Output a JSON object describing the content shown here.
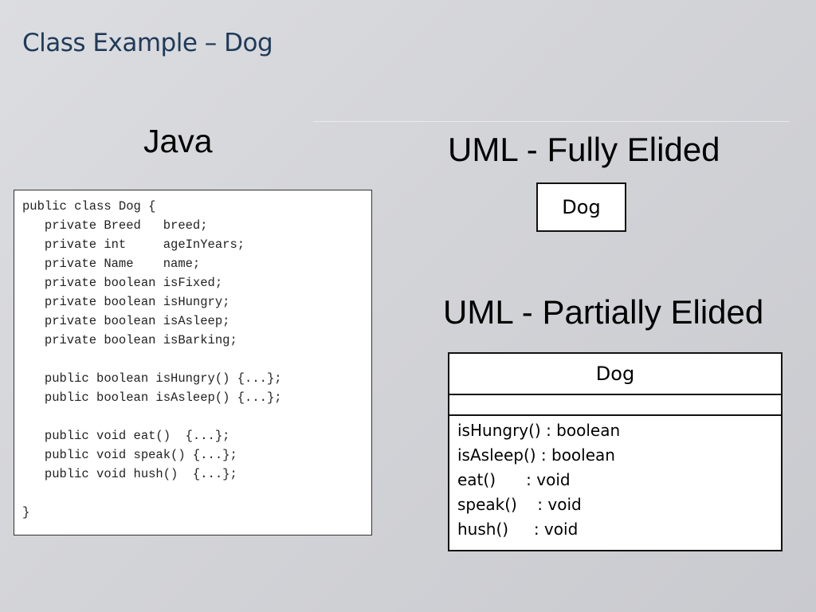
{
  "slide": {
    "title": "Class Example – Dog"
  },
  "java": {
    "heading": "Java",
    "code_lines": [
      "public class Dog {",
      "   private Breed   breed;",
      "   private int     ageInYears;",
      "   private Name    name;",
      "   private boolean isFixed;",
      "   private boolean isHungry;",
      "   private boolean isAsleep;",
      "   private boolean isBarking;",
      "",
      "   public boolean isHungry() {...};",
      "   public boolean isAsleep() {...};",
      "",
      "   public void eat()  {...};",
      "   public void speak() {...};",
      "   public void hush()  {...};",
      "",
      "}"
    ]
  },
  "uml_full": {
    "heading": "UML - Fully Elided",
    "class_name": "Dog"
  },
  "uml_partial": {
    "heading": "UML - Partially Elided",
    "class_name": "Dog",
    "operations": [
      "isHungry() : boolean",
      "isAsleep() : boolean",
      "eat()      : void",
      "speak()    : void",
      "hush()     : void"
    ]
  }
}
